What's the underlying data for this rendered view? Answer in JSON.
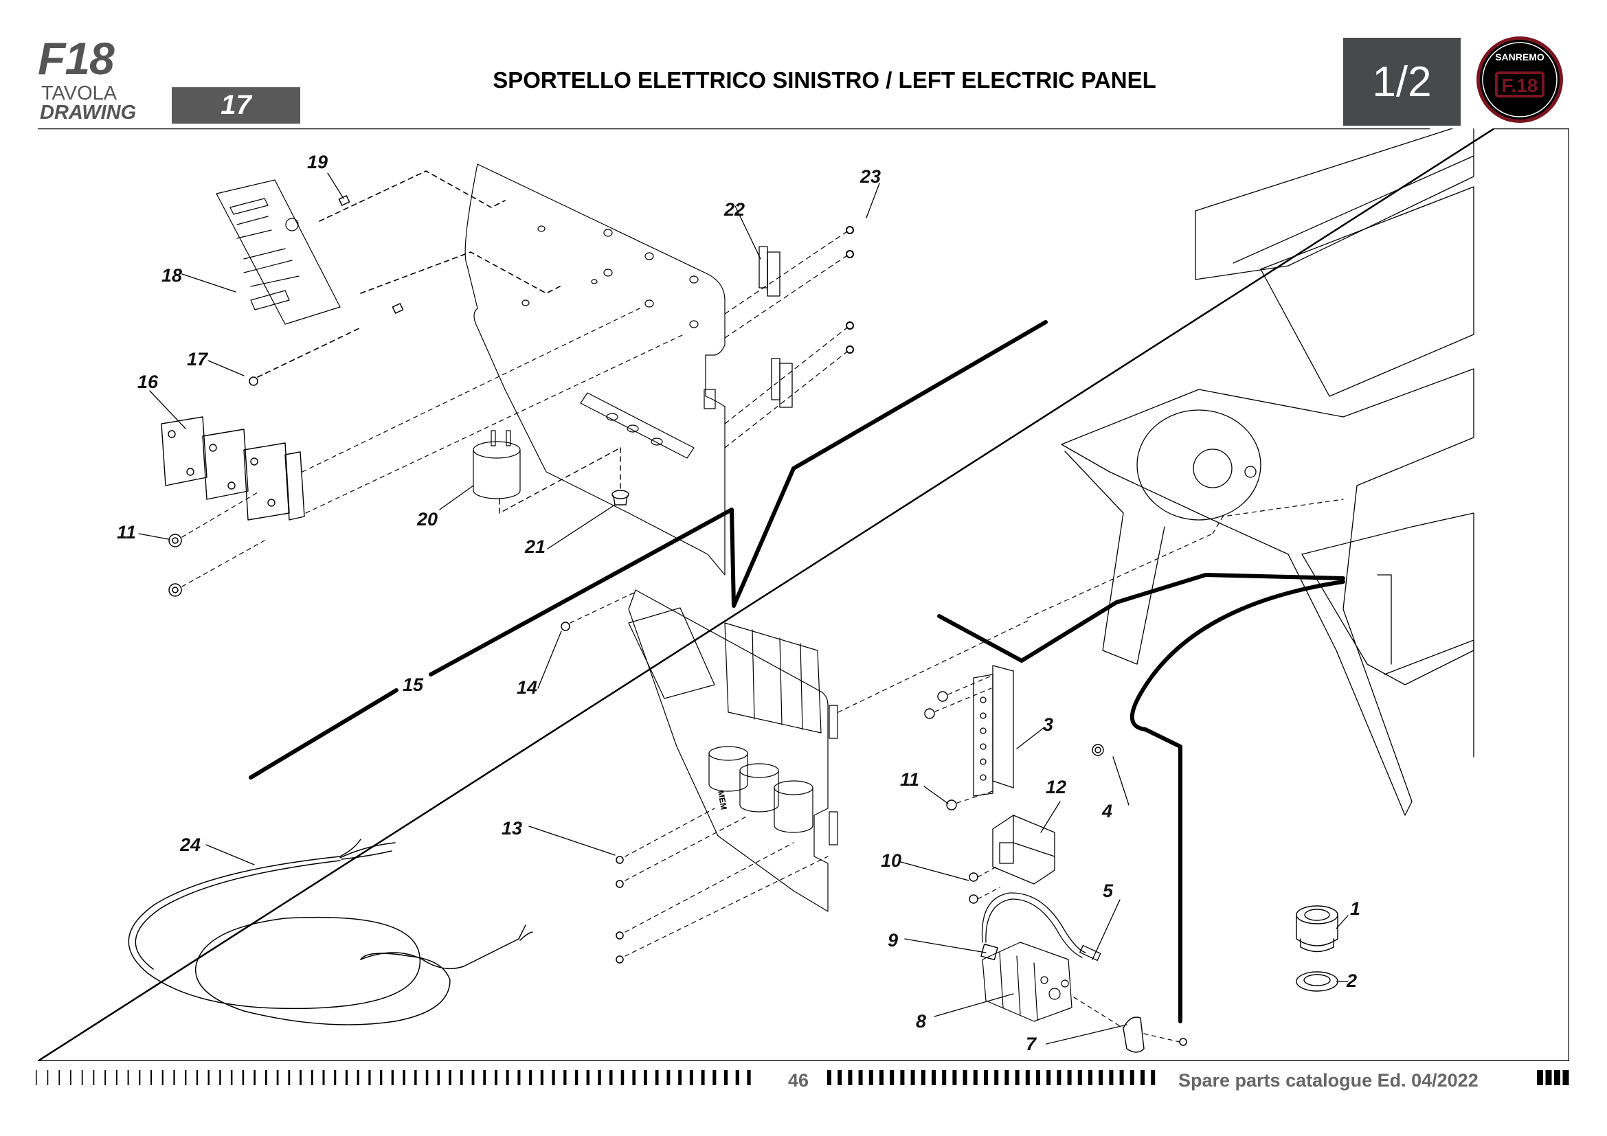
{
  "header": {
    "model": "F18",
    "drawing_label_it": "TAVOLA",
    "drawing_label_en": "DRAWING",
    "drawing_number": "17",
    "title": "SPORTELLO ELETTRICO SINISTRO / LEFT ELECTRIC PANEL",
    "sheet": "1/2",
    "logo": {
      "brand": "SANREMO",
      "mark": "F.18",
      "ring_color": "#7a1520",
      "bg_color": "#000000"
    }
  },
  "drawing": {
    "subject": "exploded view of left electric panel",
    "callouts": [
      {
        "id": "c19",
        "label": "19"
      },
      {
        "id": "c18",
        "label": "18"
      },
      {
        "id": "c17",
        "label": "17"
      },
      {
        "id": "c16",
        "label": "16"
      },
      {
        "id": "c11a",
        "label": "11"
      },
      {
        "id": "c20",
        "label": "20"
      },
      {
        "id": "c21",
        "label": "21"
      },
      {
        "id": "c22",
        "label": "22"
      },
      {
        "id": "c23",
        "label": "23"
      },
      {
        "id": "c15",
        "label": "15"
      },
      {
        "id": "c14",
        "label": "14"
      },
      {
        "id": "c13",
        "label": "13"
      },
      {
        "id": "c24",
        "label": "24"
      },
      {
        "id": "c3",
        "label": "3"
      },
      {
        "id": "c11b",
        "label": "11"
      },
      {
        "id": "c12",
        "label": "12"
      },
      {
        "id": "c4",
        "label": "4"
      },
      {
        "id": "c10",
        "label": "10"
      },
      {
        "id": "c5",
        "label": "5"
      },
      {
        "id": "c9",
        "label": "9"
      },
      {
        "id": "c8",
        "label": "8"
      },
      {
        "id": "c7",
        "label": "7"
      },
      {
        "id": "c1",
        "label": "1"
      },
      {
        "id": "c2",
        "label": "2"
      }
    ],
    "component_marking": "MEM"
  },
  "footer": {
    "page_number": "46",
    "catalogue": "Spare parts catalogue Ed. 04/2022"
  }
}
